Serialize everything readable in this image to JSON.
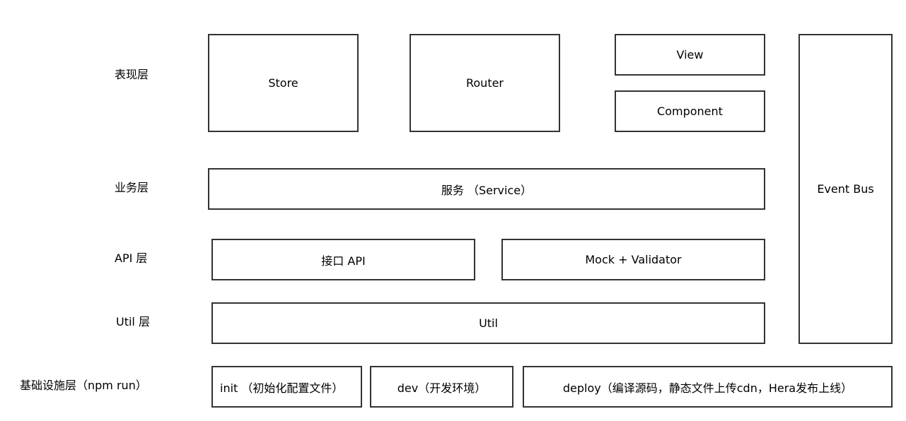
{
  "layers": {
    "presentation": "表现层",
    "business": "业务层",
    "api": "API 层",
    "util": "Util 层",
    "infra": "基础设施层（npm run）"
  },
  "blocks": {
    "store": "Store",
    "router": "Router",
    "view": "View",
    "component": "Component",
    "event_bus": "Event Bus",
    "service": "服务 （Service）",
    "api_interface": "接口 API",
    "mock_validator": "Mock + Validator",
    "util": "Util",
    "init": "init （初始化配置文件）",
    "dev": "dev（开发环境）",
    "deploy": "deploy（编译源码，静态文件上传cdn，Hera发布上线）"
  },
  "colors": {
    "border": "#333333",
    "text": "#000000",
    "background": "#ffffff"
  }
}
